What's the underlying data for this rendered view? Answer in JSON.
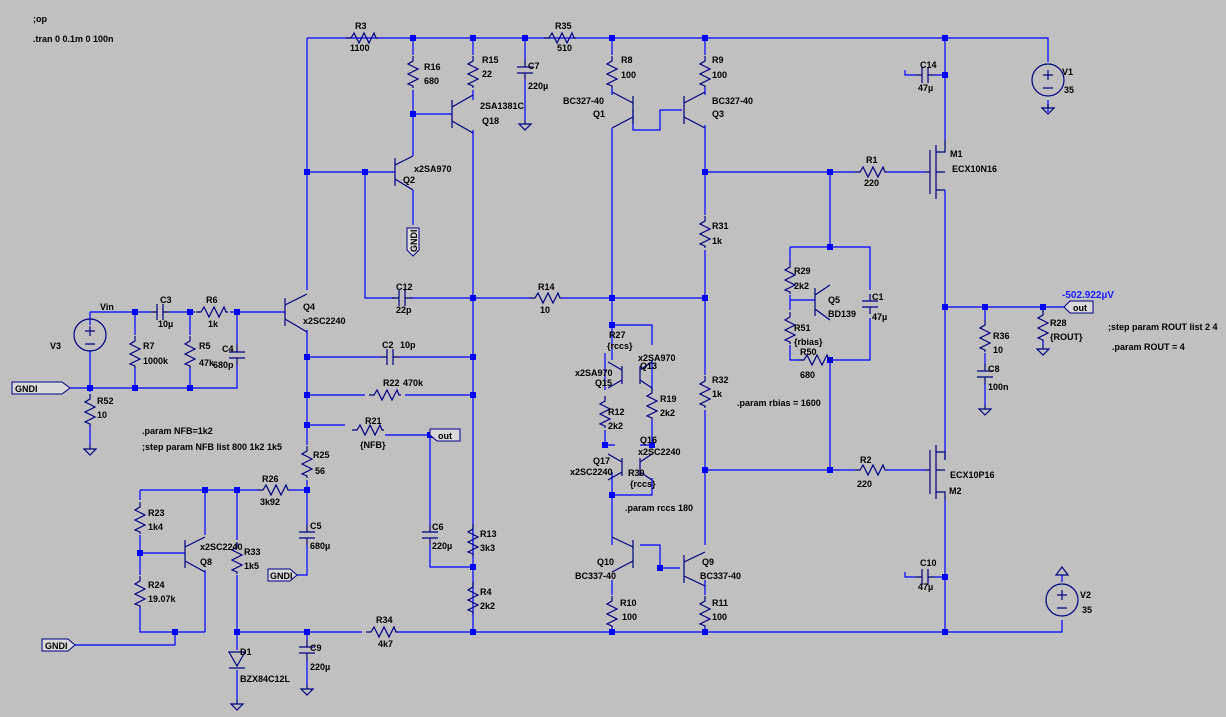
{
  "directives": {
    "op": ";op",
    "tran": ".tran 0 0.1m 0 100n",
    "param_nfb": ".param NFB=1k2",
    "step_nfb": ";step param NFB list 800 1k2 1k5",
    "param_rbias": ".param rbias = 1600",
    "param_rccs": ".param rccs 180",
    "step_rout": ";step param ROUT list 2 4",
    "param_rout": ".param ROUT = 4"
  },
  "nets": {
    "vin": "Vin",
    "out": "out",
    "gnd": "GNDI"
  },
  "probe": {
    "value": "-502.922µV"
  },
  "components": {
    "r3": {
      "name": "R3",
      "value": "1100"
    },
    "r35": {
      "name": "R35",
      "value": "510"
    },
    "r16": {
      "name": "R16",
      "value": "680"
    },
    "r15": {
      "name": "R15",
      "value": "22"
    },
    "c7": {
      "name": "C7",
      "value": "220µ"
    },
    "q18": {
      "name": "Q18",
      "model": "2SA1381C"
    },
    "q2": {
      "name": "Q2",
      "model": "x2SA970"
    },
    "r8": {
      "name": "R8",
      "value": "100"
    },
    "r9": {
      "name": "R9",
      "value": "100"
    },
    "q1": {
      "name": "Q1",
      "model": "BC327-40"
    },
    "q3": {
      "name": "Q3",
      "model": "BC327-40"
    },
    "c14": {
      "name": "C14",
      "value": "47µ"
    },
    "v1": {
      "name": "V1",
      "value": "35"
    },
    "m1": {
      "name": "M1",
      "model": "ECX10N16"
    },
    "r1": {
      "name": "R1",
      "value": "220"
    },
    "r31": {
      "name": "R31",
      "value": "1k"
    },
    "r29": {
      "name": "R29",
      "value": "2k2"
    },
    "q5": {
      "name": "Q5",
      "model": "BD139"
    },
    "c1": {
      "name": "C1",
      "value": "47µ"
    },
    "r51": {
      "name": "R51",
      "value": "{rbias}"
    },
    "r50": {
      "name": "R50",
      "value": "680"
    },
    "r36": {
      "name": "R36",
      "value": "10"
    },
    "c8": {
      "name": "C8",
      "value": "100n"
    },
    "r28": {
      "name": "R28",
      "value": "{ROUT}"
    },
    "v3": {
      "name": "V3"
    },
    "r7": {
      "name": "R7",
      "value": "1000k"
    },
    "c3": {
      "name": "C3",
      "value": "10µ"
    },
    "r6": {
      "name": "R6",
      "value": "1k"
    },
    "r5": {
      "name": "R5",
      "value": "47k"
    },
    "c4": {
      "name": "C4",
      "value": "680p"
    },
    "r52": {
      "name": "R52",
      "value": "10"
    },
    "q4": {
      "name": "Q4",
      "model": "x2SC2240"
    },
    "c12": {
      "name": "C12",
      "value": "22p"
    },
    "r14": {
      "name": "R14",
      "value": "10"
    },
    "c2": {
      "name": "C2",
      "value": "10p"
    },
    "r22": {
      "name": "R22",
      "value": "470k"
    },
    "r21": {
      "name": "R21",
      "value": "{NFB}"
    },
    "r25": {
      "name": "R25",
      "value": "56"
    },
    "r26": {
      "name": "R26",
      "value": "3k92"
    },
    "c5": {
      "name": "C5",
      "value": "680µ"
    },
    "r23": {
      "name": "R23",
      "value": "1k4"
    },
    "r24": {
      "name": "R24",
      "value": "19.07k"
    },
    "q8": {
      "name": "Q8",
      "model": "x2SC2240"
    },
    "r33": {
      "name": "R33",
      "value": "1k5"
    },
    "d1": {
      "name": "D1",
      "model": "BZX84C12L"
    },
    "c9": {
      "name": "C9",
      "value": "220µ"
    },
    "r34": {
      "name": "R34",
      "value": "4k7"
    },
    "c6": {
      "name": "C6",
      "value": "220µ"
    },
    "r13": {
      "name": "R13",
      "value": "3k3"
    },
    "r4": {
      "name": "R4",
      "value": "2k2"
    },
    "r27": {
      "name": "R27",
      "value": "{rccs}"
    },
    "q15": {
      "name": "Q15",
      "model": "x2SA970"
    },
    "q13": {
      "name": "Q13",
      "model": "x2SA970"
    },
    "r12": {
      "name": "R12",
      "value": "2k2"
    },
    "r19": {
      "name": "R19",
      "value": "2k2"
    },
    "q17": {
      "name": "Q17",
      "model": "x2SC2240"
    },
    "q16": {
      "name": "Q16",
      "model": "x2SC2240"
    },
    "r30": {
      "name": "R30",
      "value": "{rccs}"
    },
    "r32": {
      "name": "R32",
      "value": "1k"
    },
    "r2": {
      "name": "R2",
      "value": "220"
    },
    "m2": {
      "name": "M2",
      "model": "ECX10P16"
    },
    "q10": {
      "name": "Q10",
      "model": "BC337-40"
    },
    "q9": {
      "name": "Q9",
      "model": "BC337-40"
    },
    "r10": {
      "name": "R10",
      "value": "100"
    },
    "r11": {
      "name": "R11",
      "value": "100"
    },
    "c10": {
      "name": "C10",
      "value": "47µ"
    },
    "v2": {
      "name": "V2",
      "value": "35"
    }
  }
}
